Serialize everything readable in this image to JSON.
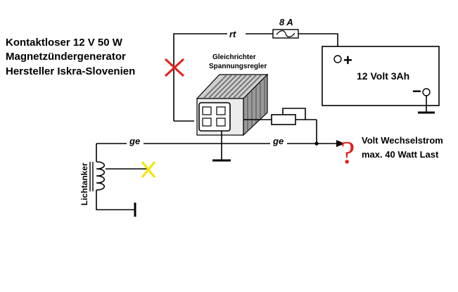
{
  "title_lines": [
    "Kontaktloser 12 V 50 W",
    "Magnetzündergenerator",
    "Hersteller Iskra-Slovenien"
  ],
  "regulator_label": [
    "Gleichrichter",
    "Spannungsregler"
  ],
  "fuse_label": "8  A",
  "wire_red_label": "rt",
  "wire_yellow_label_left": "ge",
  "wire_yellow_label_right": "ge",
  "battery_label": "12 Volt 3Ah",
  "battery_plus": "+",
  "battery_minus": "−",
  "coil_label": "Lichtanker",
  "output_question": "?",
  "output_lines": [
    "Volt Wechselstrom",
    "max. 40 Watt Last"
  ],
  "colors": {
    "cross_red": "#e0201a",
    "cross_yellow": "#f2e600",
    "question": "#e0201a",
    "wire": "#000000"
  }
}
